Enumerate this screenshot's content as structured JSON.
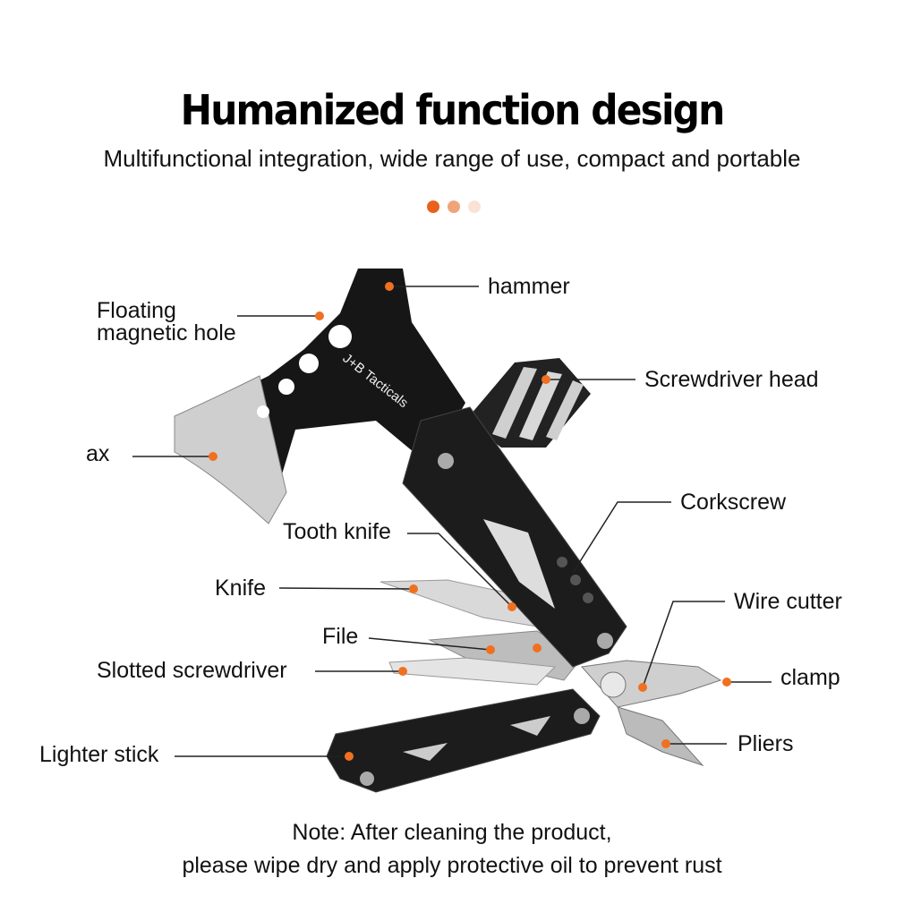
{
  "header": {
    "title": "Humanized function design",
    "subtitle": "Multifunctional integration, wide range of use, compact and portable"
  },
  "pager_dots": [
    "#e8621c",
    "#f0a47a",
    "#fae3d6"
  ],
  "accent_color": "#f07020",
  "brand_logo": "J+B Tacticals",
  "labels": {
    "hammer": "hammer",
    "magnetic_hole_line1": "Floating",
    "magnetic_hole_line2": "magnetic hole",
    "screwdriver_head": "Screwdriver head",
    "ax": "ax",
    "corkscrew": "Corkscrew",
    "tooth_knife": "Tooth knife",
    "knife": "Knife",
    "wire_cutter": "Wire cutter",
    "file": "File",
    "slotted_screwdriver": "Slotted screwdriver",
    "clamp": "clamp",
    "lighter_stick": "Lighter stick",
    "pliers": "Pliers"
  },
  "note": {
    "line1": "Note: After cleaning the product,",
    "line2": "please wipe dry and apply protective oil to prevent rust"
  }
}
